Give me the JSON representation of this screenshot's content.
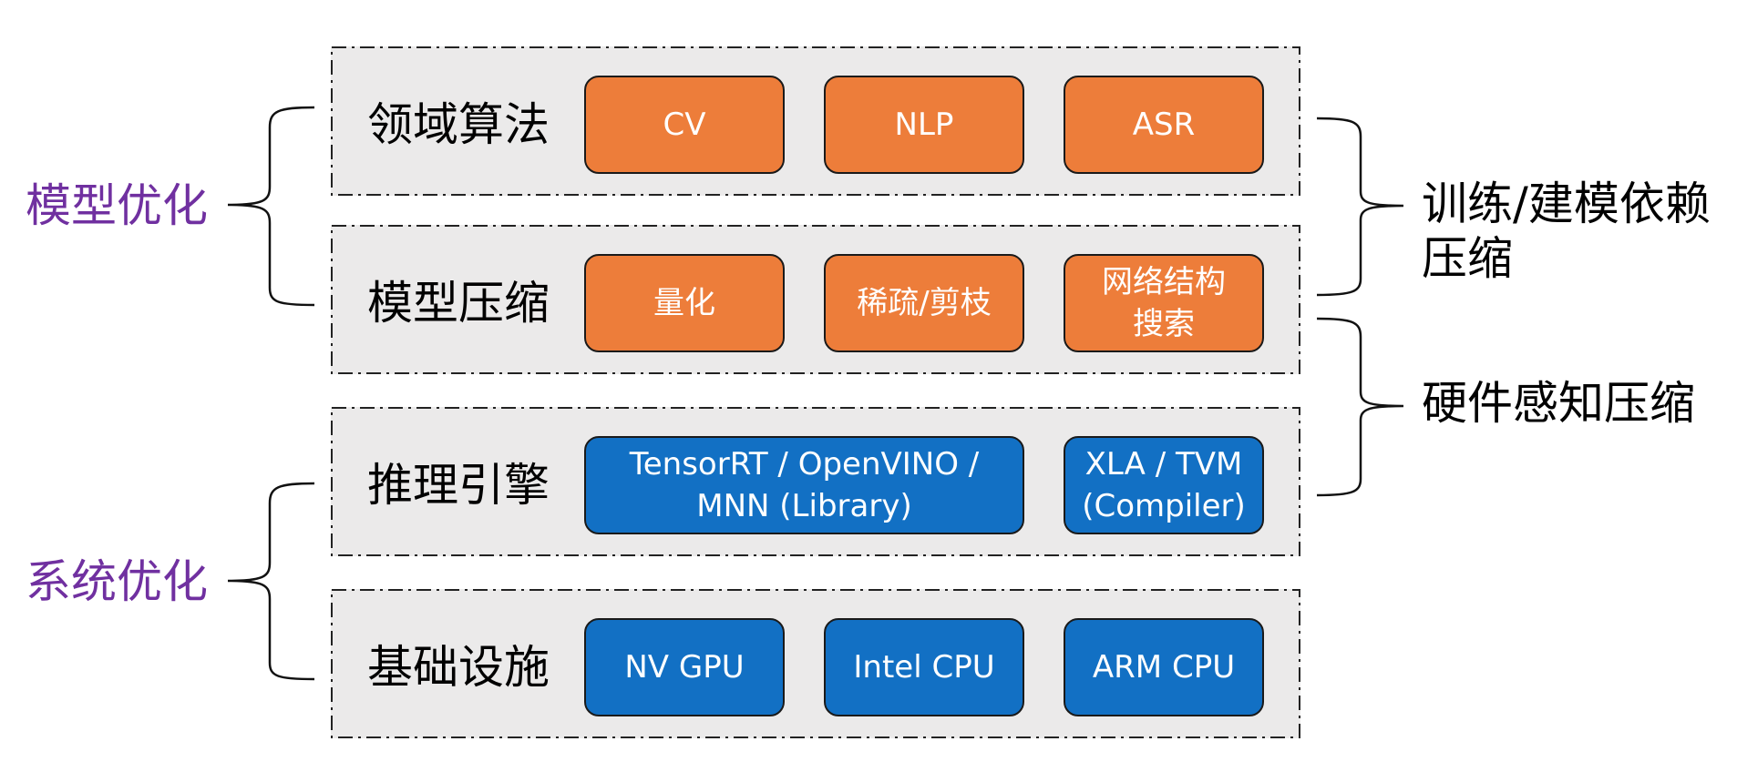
{
  "layers": [
    {
      "label": "领域算法",
      "items": [
        "CV",
        "NLP",
        "ASR"
      ],
      "color": "#ed7d3a"
    },
    {
      "label": "模型压缩",
      "items": [
        "量化",
        "稀疏/剪枝",
        "网络结构\n搜索"
      ],
      "color": "#ed7d3a"
    },
    {
      "label": "推理引擎",
      "items": [
        "TensorRT / OpenVINO /\nMNN (Library)",
        "XLA / TVM\n(Compiler)"
      ],
      "color": "#1270c4"
    },
    {
      "label": "基础设施",
      "items": [
        "NV GPU",
        "Intel CPU",
        "ARM CPU"
      ],
      "color": "#1270c4"
    }
  ],
  "left_groups": [
    "模型优化",
    "系统优化"
  ],
  "right_groups": [
    "训练/建模依赖\n压缩",
    "硬件感知压缩"
  ],
  "colors": {
    "orange": "#ed7d3a",
    "blue": "#1270c4",
    "purple": "#7030a0",
    "layer_bg": "#ebeaea"
  }
}
